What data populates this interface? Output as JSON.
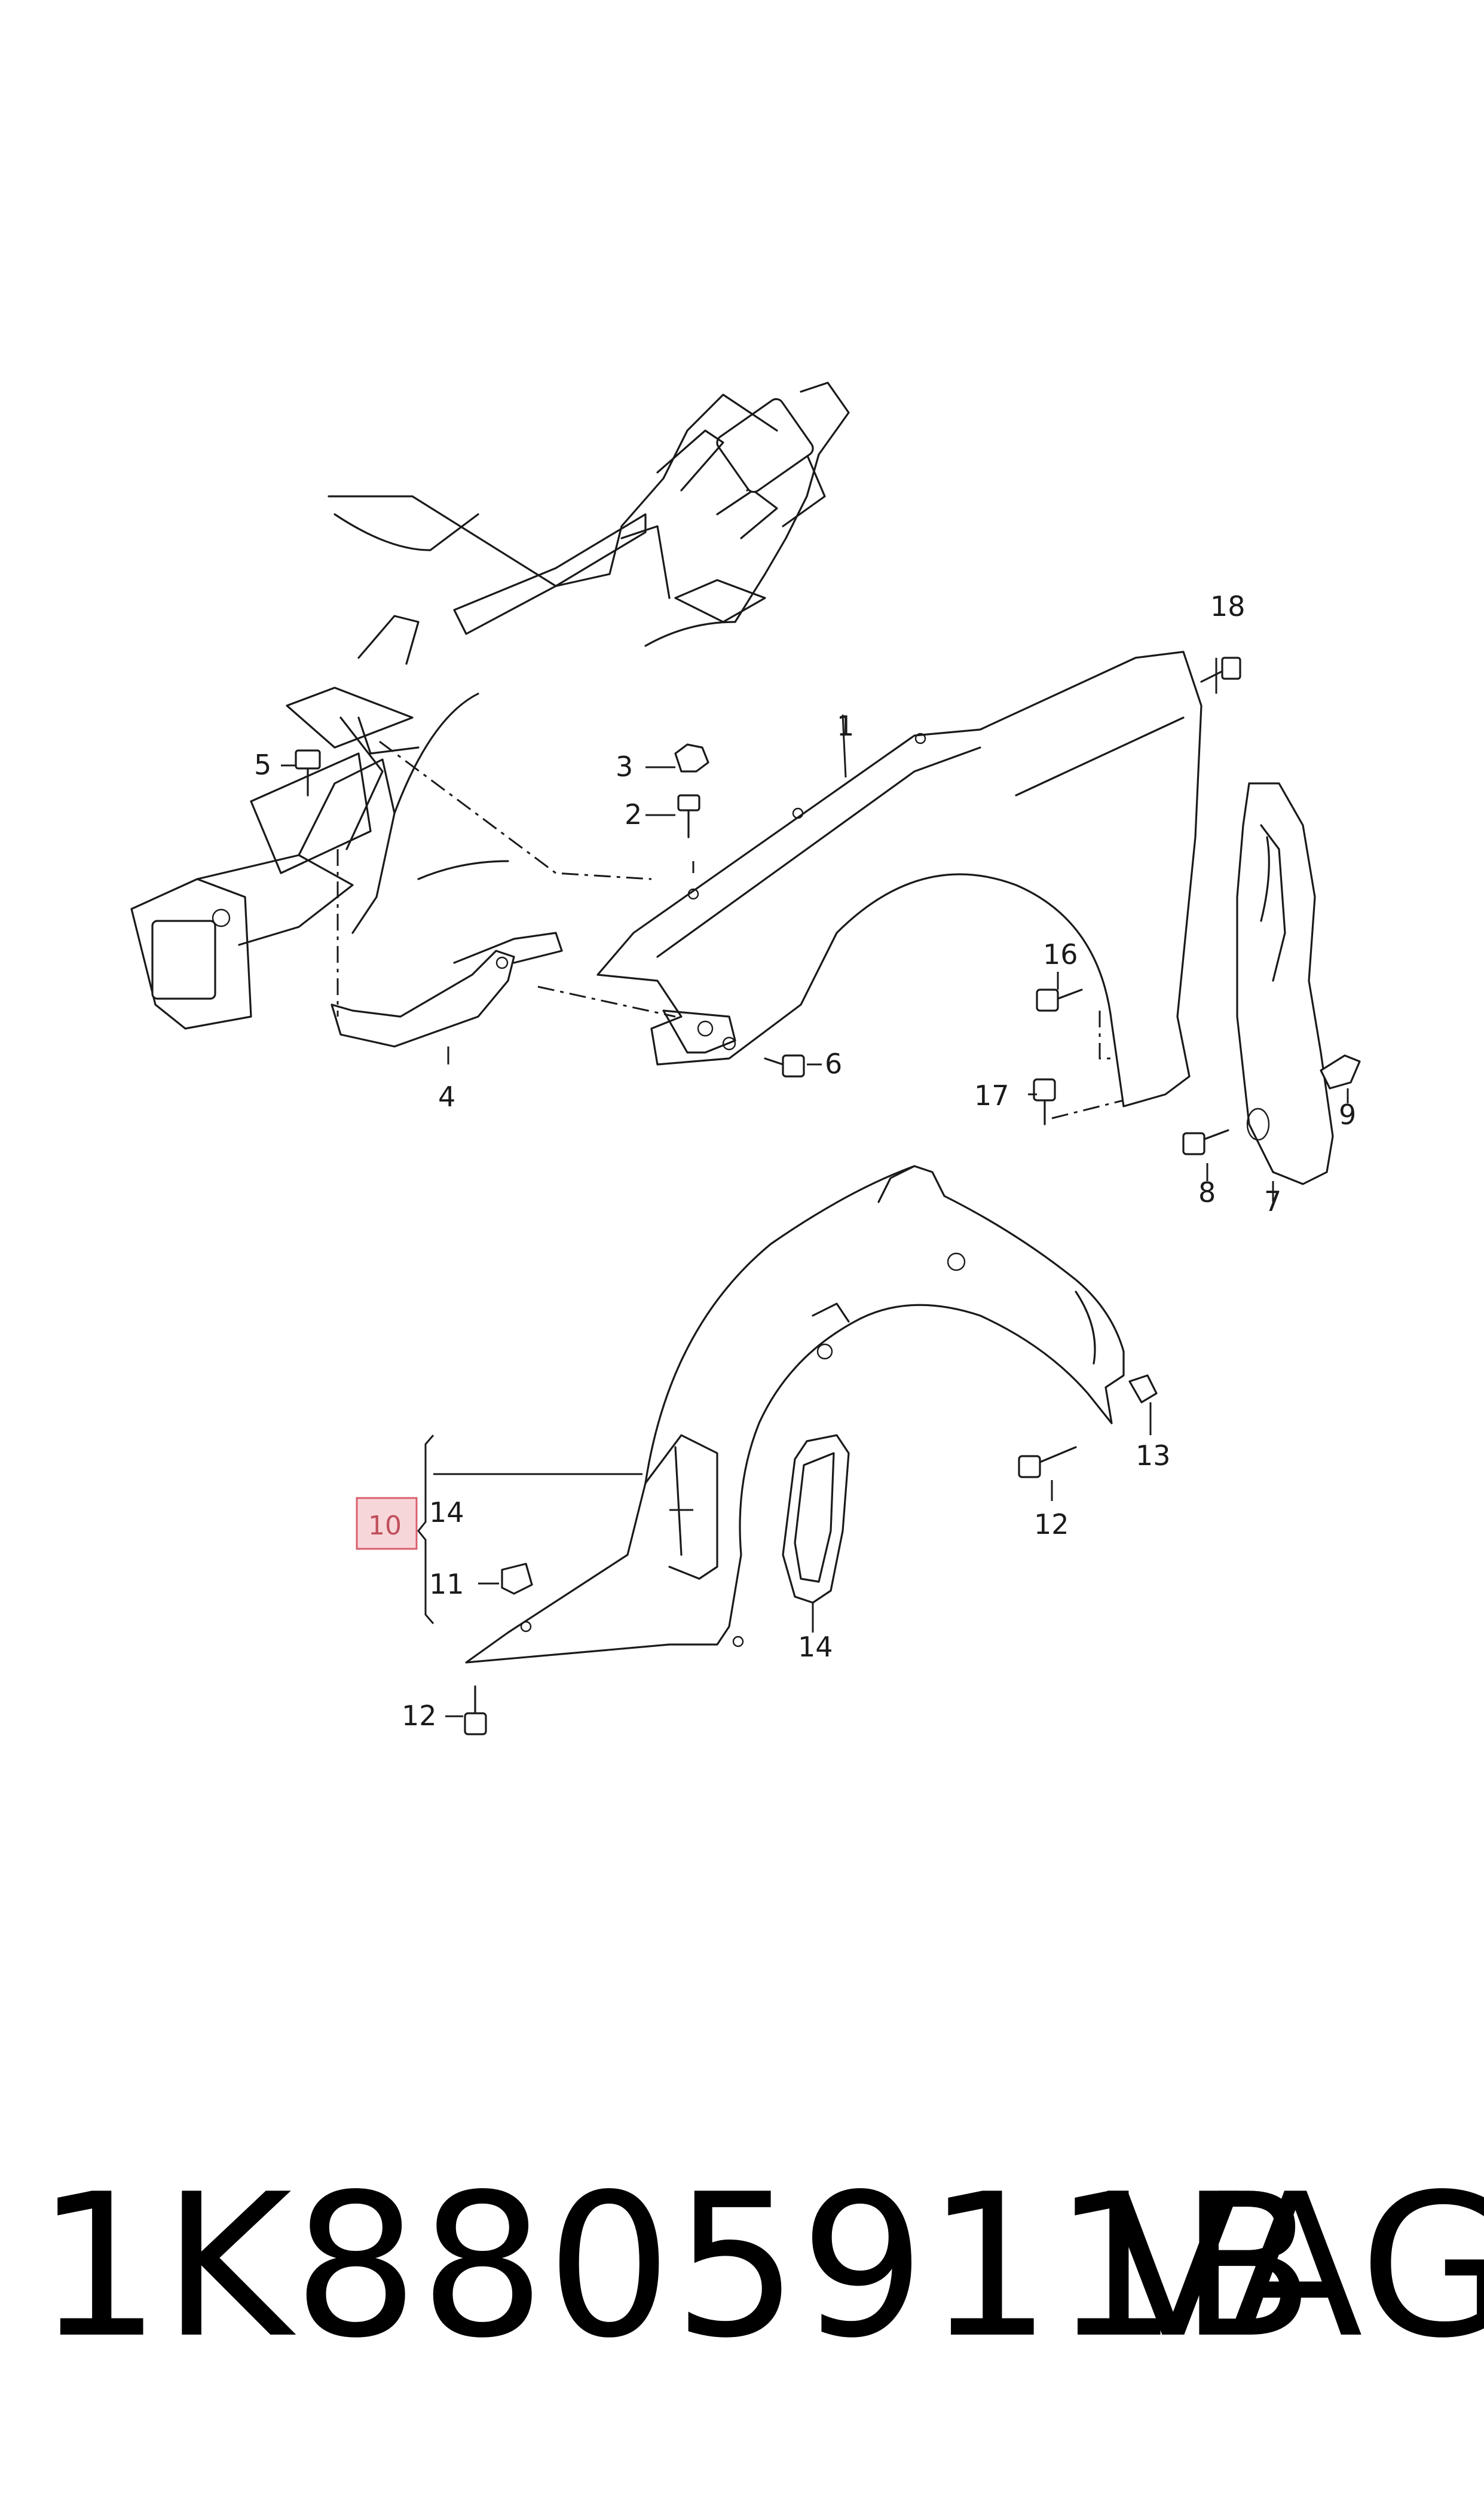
{
  "diagram": {
    "callouts": {
      "c1": "1",
      "c2": "2",
      "c3": "3",
      "c4": "4",
      "c5": "5",
      "c6": "6",
      "c7": "7",
      "c8": "8",
      "c9": "9",
      "c10": "10",
      "c11": "11",
      "c12a": "12",
      "c12b": "12",
      "c13": "13",
      "c14a": "14",
      "c14b": "14",
      "c16": "16",
      "c17": "17",
      "c18": "18"
    },
    "highlight_color": "#d9606e"
  },
  "footer": {
    "part_number": "1K8805911B",
    "brand": "VAG"
  }
}
